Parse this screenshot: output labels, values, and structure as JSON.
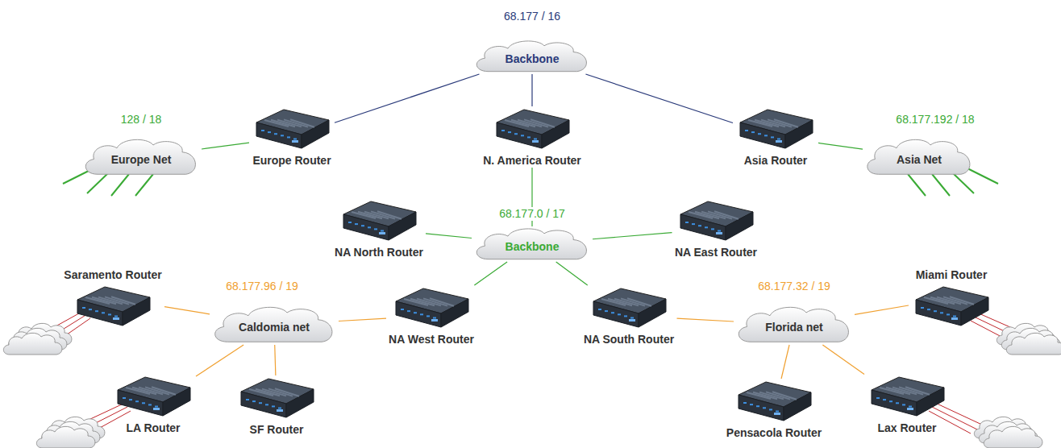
{
  "diagram": {
    "nodes": [
      {
        "text": [
          "Backbone"
        ]
      },
      {
        "text": [
          "Europe Net"
        ]
      },
      {
        "text": [
          "Europe Router"
        ]
      },
      {
        "text": [
          "N. America Router"
        ]
      },
      {
        "text": [
          "Asia Router"
        ]
      },
      {
        "text": [
          "Asia Net"
        ]
      },
      {
        "text": [
          "NA North Router"
        ]
      },
      {
        "text": [
          "Backbone"
        ]
      },
      {
        "text": [
          "NA East Router"
        ]
      },
      {
        "text": [
          "Saramento Router"
        ]
      },
      {
        "text": [
          "Caldomia net"
        ]
      },
      {
        "text": [
          "NA West Router"
        ]
      },
      {
        "text": [
          "NA South Router"
        ]
      },
      {
        "text": [
          "Florida net"
        ]
      },
      {
        "text": [
          "Miami Router"
        ]
      },
      {
        "text": [
          "LA Router"
        ]
      },
      {
        "text": [
          "SF Router"
        ]
      },
      {
        "text": [
          "Pensacola Router"
        ]
      },
      {
        "text": [
          "Lax Router"
        ]
      }
    ],
    "edges": [
      {
        "from": 0,
        "to": 2,
        "arrow": "none"
      },
      {
        "from": 0,
        "to": 3,
        "arrow": "none"
      },
      {
        "from": 0,
        "to": 4,
        "arrow": "none"
      },
      {
        "from": 1,
        "to": 2,
        "arrow": "none"
      },
      {
        "from": 4,
        "to": 5,
        "arrow": "none"
      },
      {
        "from": 3,
        "to": 7,
        "arrow": "none"
      },
      {
        "from": 6,
        "to": 7,
        "arrow": "none"
      },
      {
        "from": 7,
        "to": 8,
        "arrow": "none"
      },
      {
        "from": 7,
        "to": 11,
        "arrow": "none"
      },
      {
        "from": 7,
        "to": 12,
        "arrow": "none"
      },
      {
        "from": 10,
        "to": 9,
        "arrow": "none"
      },
      {
        "from": 10,
        "to": 11,
        "arrow": "none"
      },
      {
        "from": 10,
        "to": 15,
        "arrow": "none"
      },
      {
        "from": 10,
        "to": 16,
        "arrow": "none"
      },
      {
        "from": 13,
        "to": 12,
        "arrow": "none"
      },
      {
        "from": 13,
        "to": 14,
        "arrow": "none"
      },
      {
        "from": 13,
        "to": 17,
        "arrow": "none"
      },
      {
        "from": 13,
        "to": 18,
        "arrow": "none"
      }
    ],
    "labels": [
      "68.177 / 16",
      "128 / 18",
      "68.177.192 / 18",
      "68.177.0 / 17",
      "68.177.96 / 19",
      "68.177.32 / 19"
    ]
  }
}
